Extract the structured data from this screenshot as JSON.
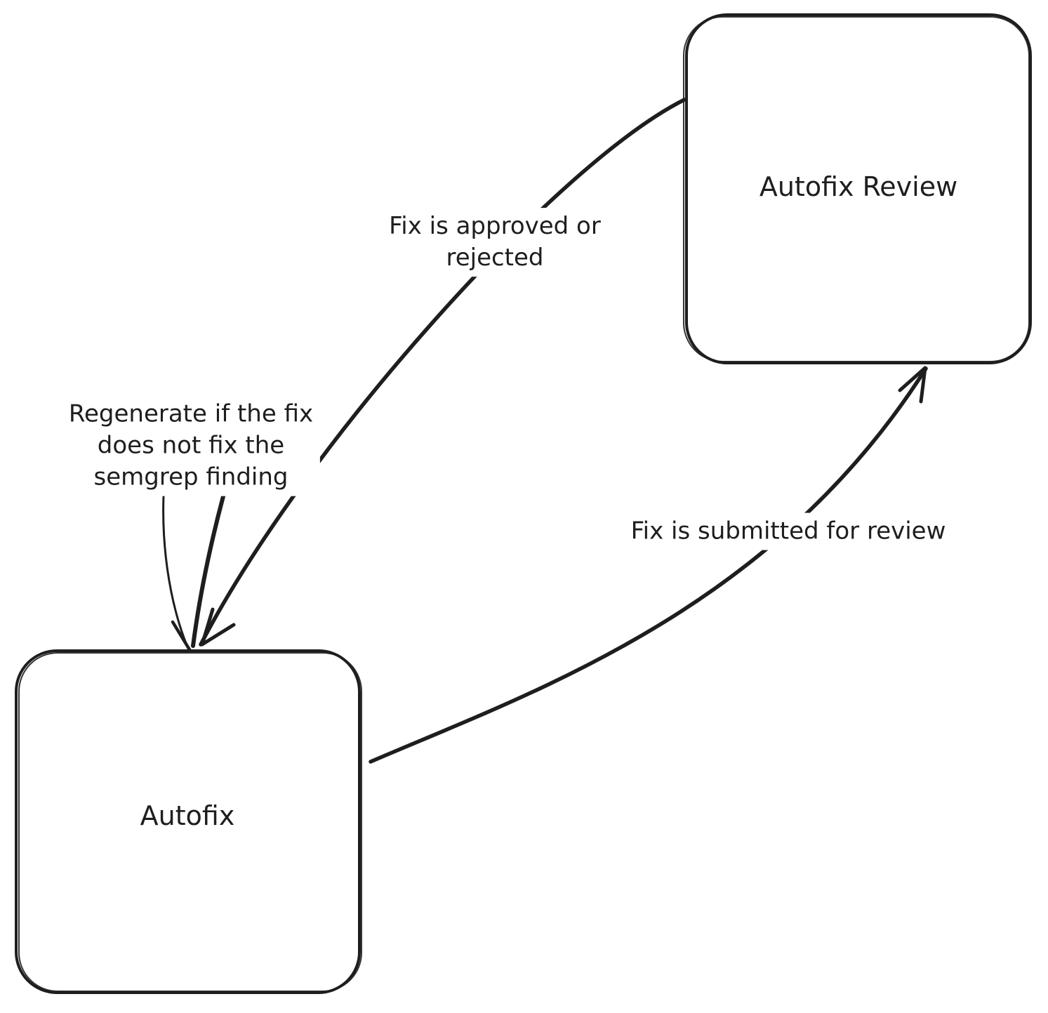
{
  "diagram": {
    "background": "#ffffff",
    "stroke_color": "#1e1e1e",
    "style": "hand-drawn whiteboard (excalidraw-like) state diagram",
    "nodes": [
      {
        "id": "autofix-review",
        "label": "Autofix Review",
        "shape": "rounded-rectangle"
      },
      {
        "id": "autofix",
        "label": "Autofix",
        "shape": "rounded-rectangle"
      }
    ],
    "edges": [
      {
        "id": "approved-rejected",
        "from": "Autofix Review",
        "to": "Autofix",
        "label": "Fix is approved or rejected",
        "lines": [
          "Fix is approved or",
          "rejected"
        ]
      },
      {
        "id": "regenerate",
        "from": "Autofix",
        "to": "Autofix",
        "label": "Regenerate if the fix does not fix the semgrep finding",
        "lines": [
          "Regenerate if the fix",
          "does not fix the",
          "semgrep finding"
        ]
      },
      {
        "id": "submit-review",
        "from": "Autofix",
        "to": "Autofix Review",
        "label": "Fix is submitted for review",
        "lines": [
          "Fix is submitted for review"
        ]
      }
    ]
  }
}
